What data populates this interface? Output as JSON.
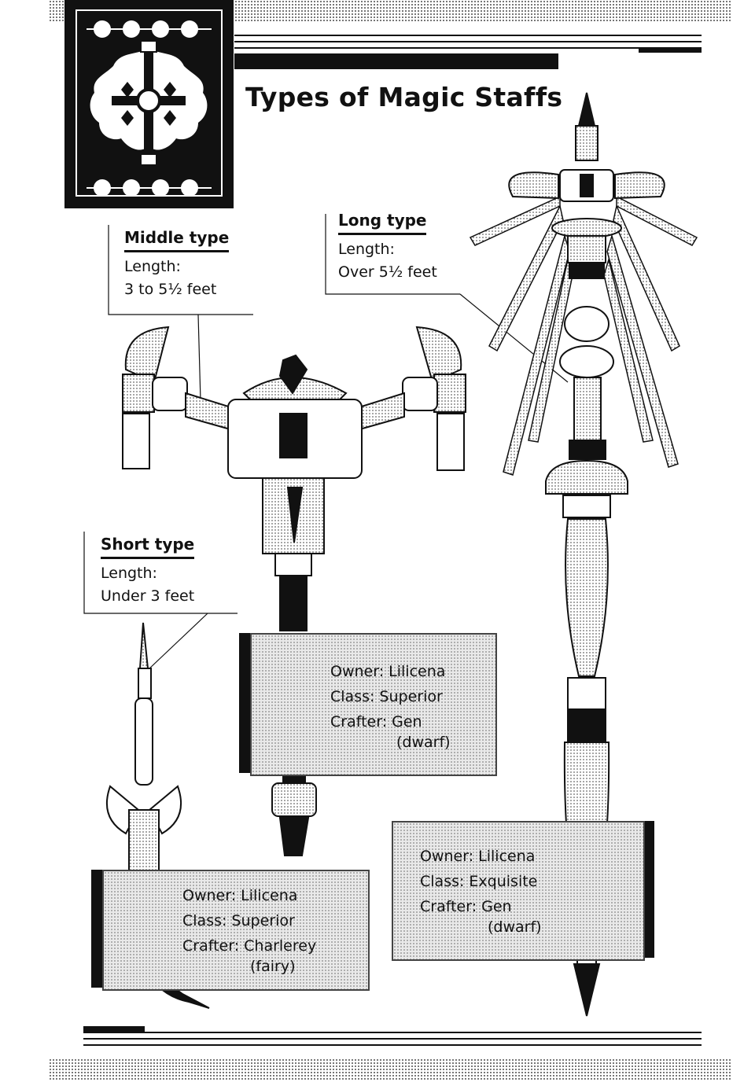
{
  "title": "Types of Magic Staffs",
  "staffs": {
    "middle": {
      "type_name": "Middle type",
      "length_label": "Length:",
      "length_value": "3 to 5½ feet",
      "owner": "Owner: Lilicena",
      "class": "Class: Superior",
      "crafter": "Crafter: Gen",
      "crafter_note": "(dwarf)"
    },
    "long": {
      "type_name": "Long type",
      "length_label": "Length:",
      "length_value": "Over 5½ feet",
      "owner": "Owner: Lilicena",
      "class": "Class: Exquisite",
      "crafter": "Crafter: Gen",
      "crafter_note": "(dwarf)"
    },
    "short": {
      "type_name": "Short type",
      "length_label": "Length:",
      "length_value": "Under 3 feet",
      "owner": "Owner: Lilicena",
      "class": "Class: Superior",
      "crafter": "Crafter: Charlerey",
      "crafter_note": "(fairy)"
    }
  },
  "colors": {
    "ink": "#111111",
    "screentone": "#e9e9e9",
    "paper": "#ffffff"
  }
}
